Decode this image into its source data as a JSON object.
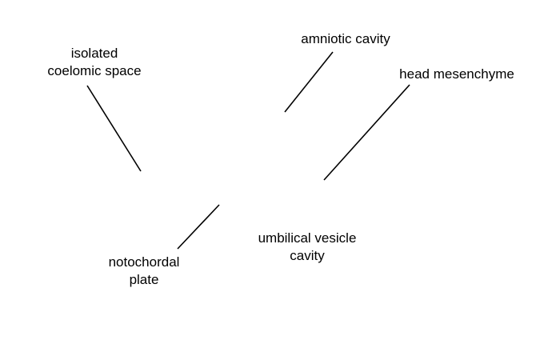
{
  "labels": {
    "isolated_coelomic_space": {
      "line1": "isolated",
      "line2": "coelomic space"
    },
    "amniotic_cavity": {
      "line1": "amniotic cavity"
    },
    "head_mesenchyme": {
      "line1": "head mesenchyme"
    },
    "umbilical_vesicle_cavity": {
      "line1": "umbilical vesicle",
      "line2": "cavity"
    },
    "notochordal_plate": {
      "line1": "notochordal",
      "line2": "plate"
    }
  },
  "colors": {
    "line": "#000000",
    "text": "#000000",
    "background": "#ffffff"
  }
}
